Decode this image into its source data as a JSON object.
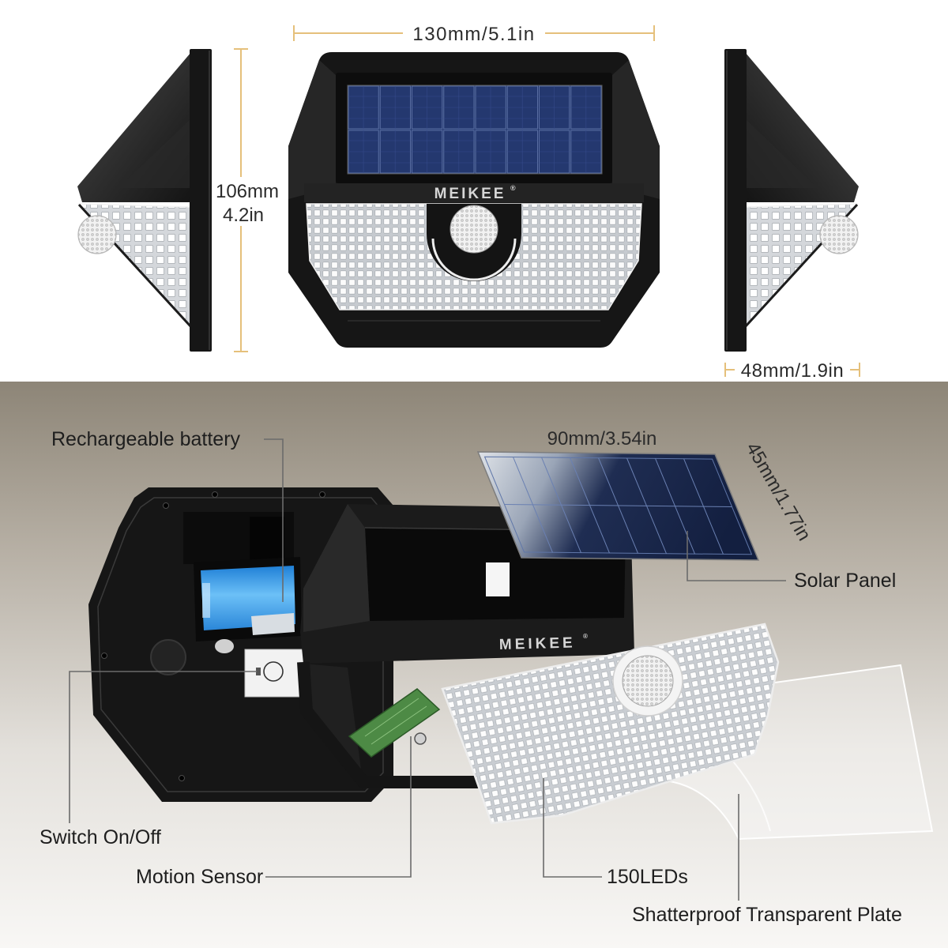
{
  "brand": {
    "name": "MEIKEE",
    "mark": "®"
  },
  "dimensions": {
    "width": "130mm/5.1in",
    "height_mm": "106mm",
    "height_in": "4.2in",
    "depth": "48mm/1.9in",
    "panel_width": "90mm/3.54in",
    "panel_height": "45mm/1.77in"
  },
  "labels": {
    "battery": "Rechargeable battery",
    "solar_panel": "Solar Panel",
    "switch": "Switch On/Off",
    "motion_sensor": "Motion Sensor",
    "leds": "150LEDs",
    "plate": "Shatterproof Transparent Plate"
  },
  "colors": {
    "dimension_line": "#e5c07b",
    "housing": "#161616",
    "panel_blue": "#24386f",
    "battery_blue": "#3a9be8"
  }
}
